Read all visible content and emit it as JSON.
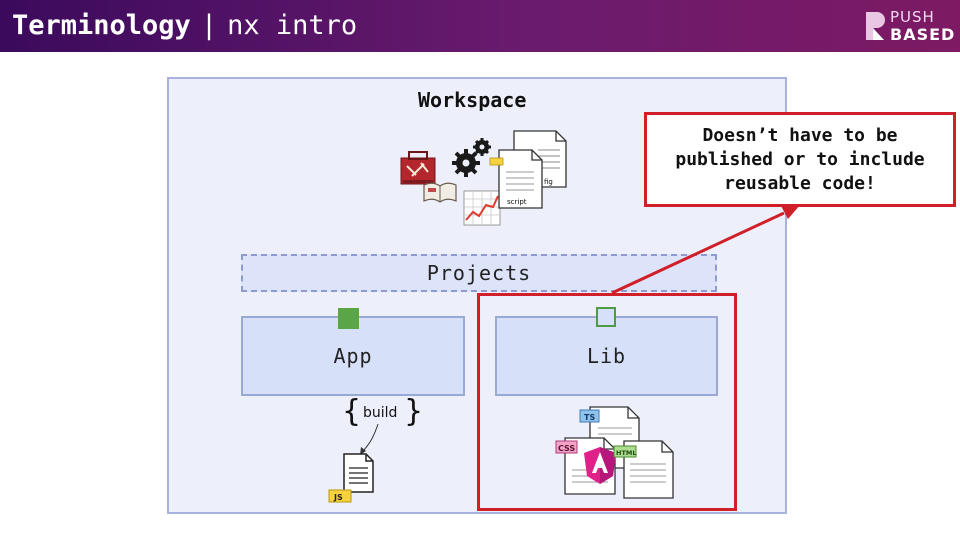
{
  "header": {
    "title": "Terminology",
    "separator": "|",
    "subtitle": "nx intro"
  },
  "logo": {
    "line1": "PUSH",
    "line2": "BASED"
  },
  "workspace": {
    "title": "Workspace"
  },
  "projects": {
    "label": "Projects"
  },
  "app": {
    "label": "App"
  },
  "lib": {
    "label": "Lib"
  },
  "build": {
    "label": "build",
    "brace_open": "{",
    "brace_close": "}",
    "file_tag": "JS"
  },
  "callout": {
    "lines": [
      "Doesn’t have to be",
      "published or to include",
      "reusable code!"
    ]
  },
  "workspace_icons": {
    "script_label": "script",
    "config_label": "fig"
  },
  "lib_files": {
    "ts_tag": "TS",
    "css_tag": "CSS",
    "html_tag": "HTML"
  },
  "colors": {
    "accent_red": "#d11f2a",
    "app_green": "#5aa646",
    "header_purple": "#5a1568"
  }
}
